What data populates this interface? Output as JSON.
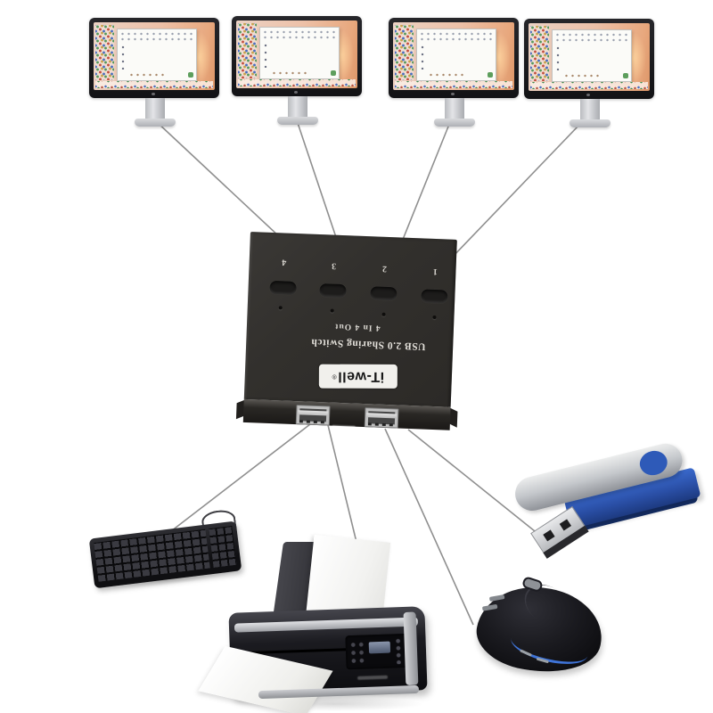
{
  "image_type": "product-photo",
  "subject": "USB 2.0 sharing switch connecting 4 computers to 4 USB peripherals",
  "switch": {
    "brand": "iT-well",
    "registered_mark": "®",
    "title": "USB 2.0 Sharing Switch",
    "subtitle": "4 In 4 Out",
    "port_numbers": [
      "4",
      "3",
      "2",
      "1"
    ],
    "text_orientation": "upside-down (device photographed rotated 180°)",
    "button_count": 4,
    "led_count": 4,
    "usb_port_count": 2
  },
  "connections": {
    "inputs": [
      "monitor-1",
      "monitor-2",
      "monitor-3",
      "monitor-4"
    ],
    "outputs": [
      "keyboard",
      "printer",
      "mouse",
      "usb-flash-drive"
    ],
    "line_color": "#8f8f8f"
  },
  "colors": {
    "background": "#ffffff",
    "switch_body": "#322f2c",
    "switch_label_bg": "#f1f0ec",
    "monitor_bezel": "#1b1b1e",
    "monitor_wallpaper_peach": "#edc1a8",
    "accent_blue": "#2e5ab8",
    "mouse_glow_blue": "#3f74d8",
    "silver": "#c4c7cb"
  }
}
